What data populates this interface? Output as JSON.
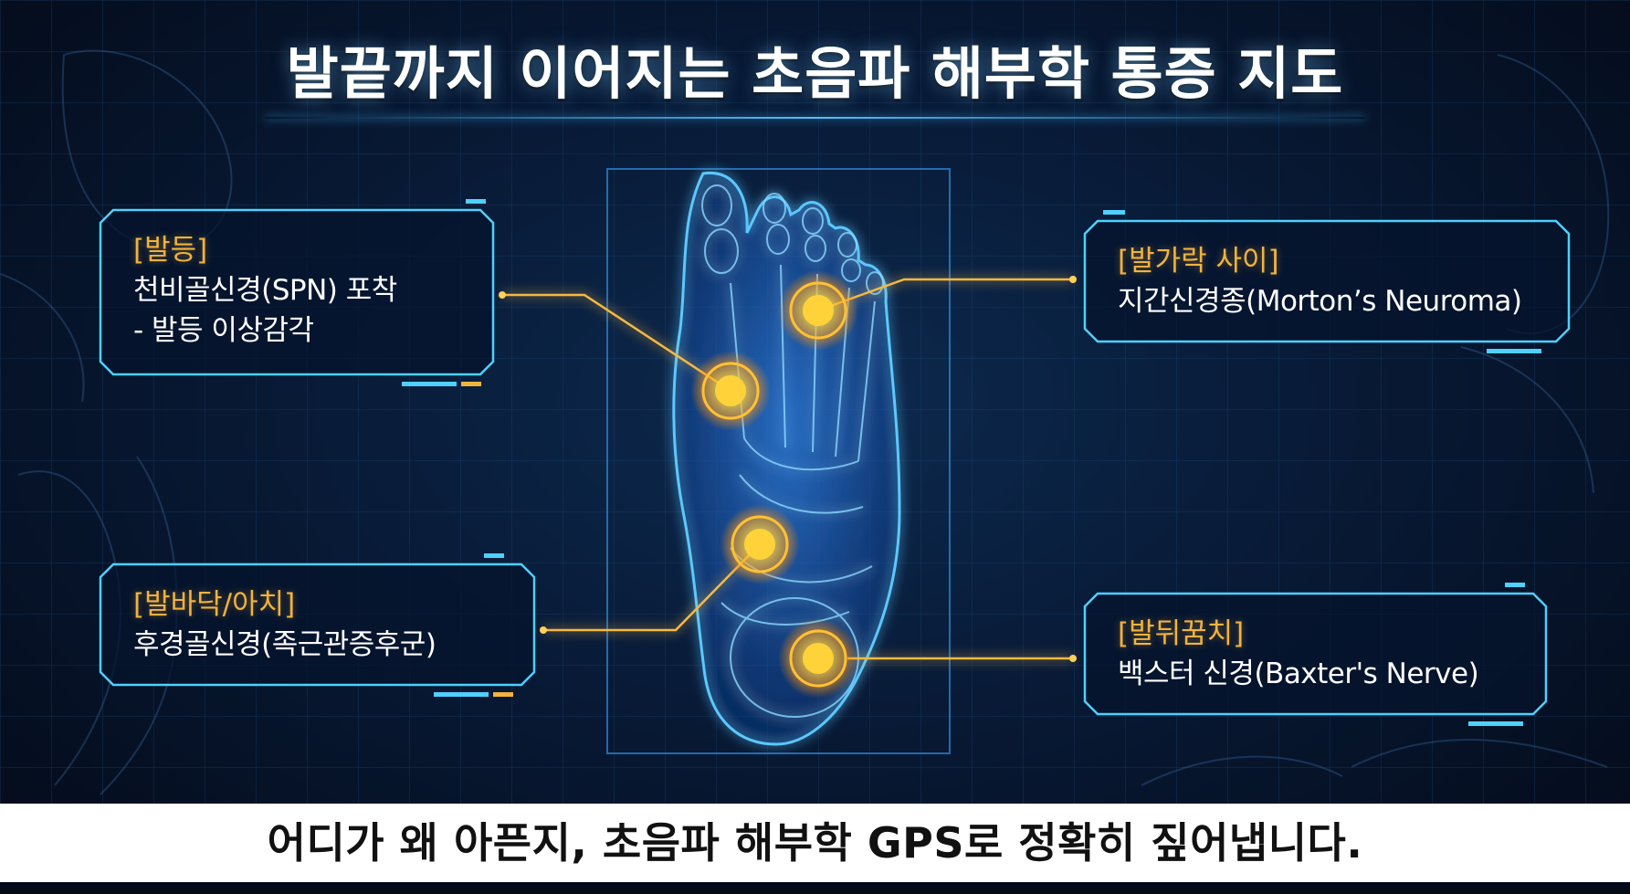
{
  "title": "발끝까지 이어지는 초음파 해부학 통증 지도",
  "callouts": {
    "dorsum": {
      "heading": "[발등]",
      "line1": "천비골신경(SPN) 포착",
      "line2": "- 발등 이상감각"
    },
    "toes": {
      "heading": "[발가락 사이]",
      "line1": "지간신경종(Morton’s Neuroma)"
    },
    "arch": {
      "heading": "[발바닥/아치]",
      "line1": "후경골신경(족근관증후군)"
    },
    "heel": {
      "heading": "[발뒤꿈치]",
      "line1": "백스터 신경(Baxter's Nerve)"
    }
  },
  "caption": "어디가 왜 아픈지, 초음파 해부학 GPS로 정확히 짚어냅니다.",
  "colors": {
    "heading": "#f2b33d",
    "frame": "#4fd0ff",
    "hotspot": "#ffc233",
    "background": "#081a36"
  }
}
